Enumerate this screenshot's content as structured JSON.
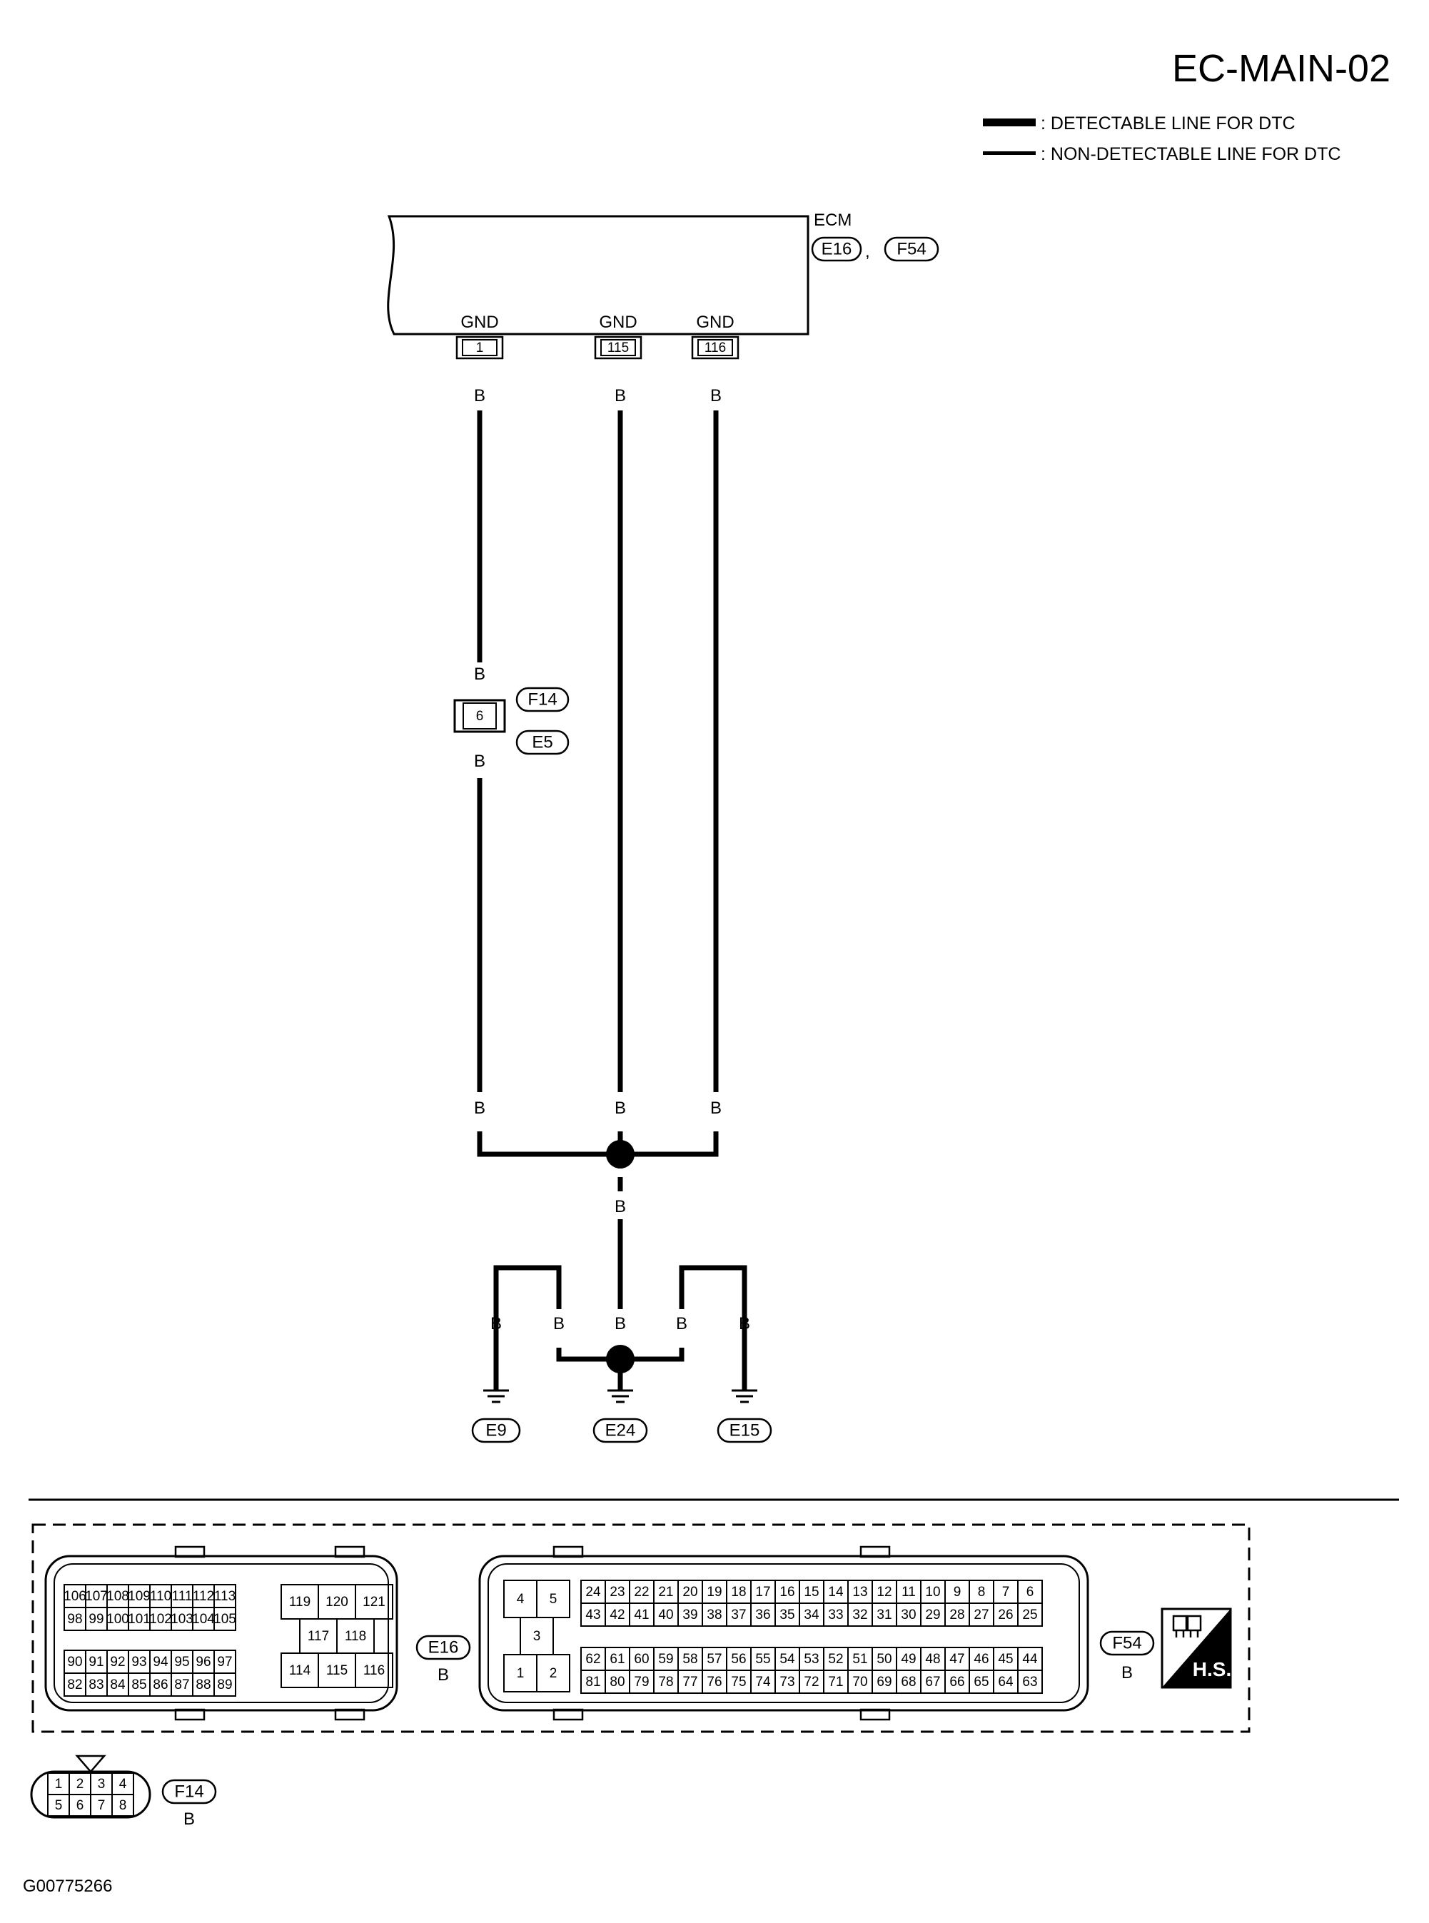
{
  "title": "EC-MAIN-02",
  "legend": {
    "detectable": ": DETECTABLE LINE FOR DTC",
    "non_detectable": ": NON-DETECTABLE LINE FOR DTC"
  },
  "ecm": {
    "label": "ECM",
    "connectors": [
      "E16",
      "F54"
    ],
    "separator": ",",
    "terminals": [
      {
        "name": "GND",
        "pin": "1"
      },
      {
        "name": "GND",
        "pin": "115"
      },
      {
        "name": "GND",
        "pin": "116"
      }
    ]
  },
  "wire_color": "B",
  "junction": {
    "pin": "6",
    "connectors": [
      "F14",
      "E5"
    ]
  },
  "grounds": [
    "E9",
    "E24",
    "E15"
  ],
  "connector_views": {
    "e16": {
      "id": "E16",
      "color": "B",
      "block_a_top": [
        "106",
        "107",
        "108",
        "109",
        "110",
        "111",
        "112",
        "113"
      ],
      "block_a_bottom": [
        "98",
        "99",
        "100",
        "101",
        "102",
        "103",
        "104",
        "105"
      ],
      "block_b_top": [
        "90",
        "91",
        "92",
        "93",
        "94",
        "95",
        "96",
        "97"
      ],
      "block_b_bottom": [
        "82",
        "83",
        "84",
        "85",
        "86",
        "87",
        "88",
        "89"
      ],
      "right_top": [
        "119",
        "120",
        "121"
      ],
      "right_middle": [
        "117",
        "118"
      ],
      "right_bottom": [
        "114",
        "115",
        "116"
      ]
    },
    "f54": {
      "id": "F54",
      "color": "B",
      "left_top": [
        "4",
        "5"
      ],
      "left_middle": [
        "3"
      ],
      "left_bottom": [
        "1",
        "2"
      ],
      "row1": [
        "24",
        "23",
        "22",
        "21",
        "20",
        "19",
        "18",
        "17",
        "16",
        "15",
        "14",
        "13",
        "12",
        "11",
        "10",
        "9",
        "8",
        "7",
        "6"
      ],
      "row2": [
        "43",
        "42",
        "41",
        "40",
        "39",
        "38",
        "37",
        "36",
        "35",
        "34",
        "33",
        "32",
        "31",
        "30",
        "29",
        "28",
        "27",
        "26",
        "25"
      ],
      "row3": [
        "62",
        "61",
        "60",
        "59",
        "58",
        "57",
        "56",
        "55",
        "54",
        "53",
        "52",
        "51",
        "50",
        "49",
        "48",
        "47",
        "46",
        "45",
        "44"
      ],
      "row4": [
        "81",
        "80",
        "79",
        "78",
        "77",
        "76",
        "75",
        "74",
        "73",
        "72",
        "71",
        "70",
        "69",
        "68",
        "67",
        "66",
        "65",
        "64",
        "63"
      ]
    },
    "f14": {
      "id": "F14",
      "color": "B",
      "top": [
        "1",
        "2",
        "3",
        "4"
      ],
      "bottom": [
        "5",
        "6",
        "7",
        "8"
      ]
    }
  },
  "hs_badge": "H.S.",
  "figure_code": "G00775266"
}
